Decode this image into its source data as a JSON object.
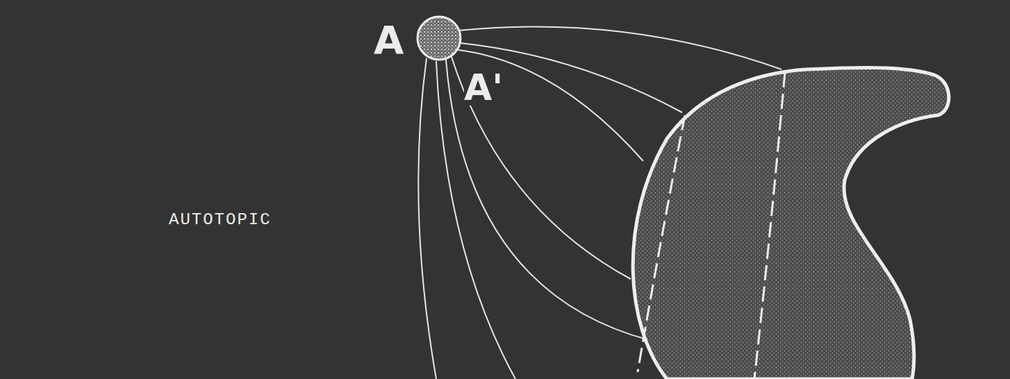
{
  "diagram": {
    "labels": [
      "A",
      "A'",
      "AUTOTOPIC"
    ]
  }
}
